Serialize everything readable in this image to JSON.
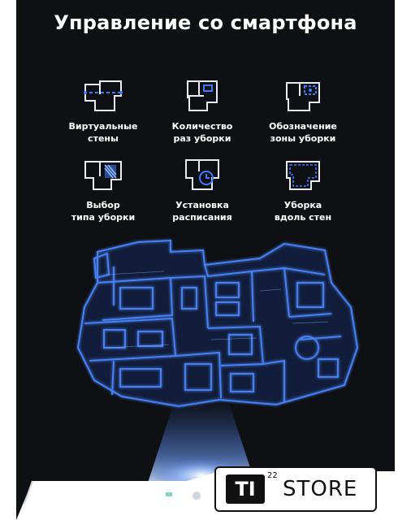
{
  "banner": {
    "title": "Управление со смартфона"
  },
  "features": [
    {
      "icon": "virtual-walls-icon",
      "line1": "Виртуальные",
      "line2": "стены"
    },
    {
      "icon": "cleaning-count-icon",
      "line1": "Количество",
      "line2": "раз уборки"
    },
    {
      "icon": "zone-marking-icon",
      "line1": "Обозначение",
      "line2": "зоны уборки"
    },
    {
      "icon": "cleaning-type-icon",
      "line1": "Выбор",
      "line2": "типа уборки"
    },
    {
      "icon": "schedule-icon",
      "line1": "Установка",
      "line2": "расписания"
    },
    {
      "icon": "wall-cleaning-icon",
      "line1": "Уборка",
      "line2": "вдоль стен"
    }
  ],
  "logo": {
    "badge": "TI",
    "superscript": "22",
    "store": "STORE"
  },
  "colors": {
    "background": "#0f1014",
    "map_glow": "#4a86ff",
    "accent": "#3d7bff"
  }
}
